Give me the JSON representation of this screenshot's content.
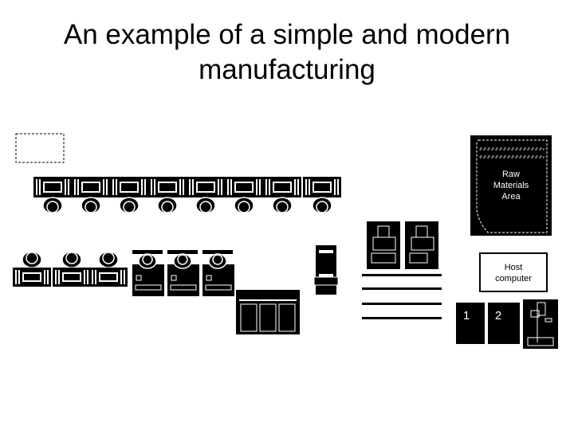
{
  "slide": {
    "title_line1": "An example of a simple and modern",
    "title_line2": "manufacturing"
  },
  "raw_materials": {
    "line1": "Raw",
    "line2": "Materials",
    "line3": "Area"
  },
  "host_computer": {
    "line1": "Host",
    "line2": "computer"
  },
  "machines": {
    "label_1": "1",
    "label_2": "2"
  },
  "colors": {
    "ink": "#000000",
    "paper": "#ffffff"
  }
}
